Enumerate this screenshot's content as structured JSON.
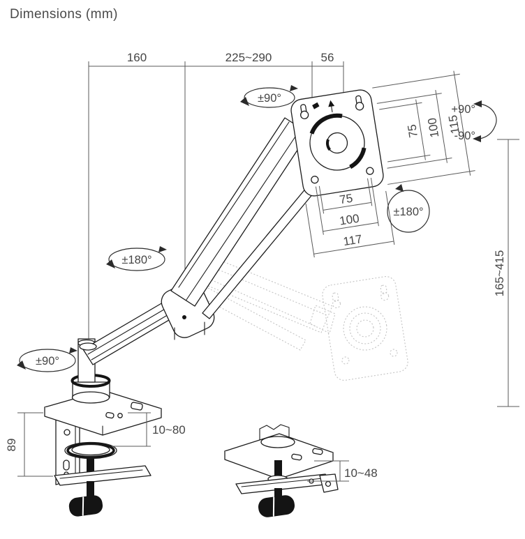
{
  "title": "Dimensions (mm)",
  "colors": {
    "drawing_line": "#1c1c1c",
    "dimension_line": "#5a5a5a",
    "label_text": "#454545",
    "ghost_outline": "#c3c3c3",
    "dark_fill": "#141414",
    "background": "#ffffff"
  },
  "labels": {
    "top": {
      "rear": "160",
      "extension": "225~290",
      "head": "56"
    },
    "vesa": {
      "v75": "75",
      "v100": "100",
      "v115": "115",
      "h75": "75",
      "h100": "100",
      "h117": "117"
    },
    "height_range": "165~415",
    "clamp": {
      "height": "89",
      "desk_range": "10~80"
    },
    "grommet": {
      "desk_range": "10~48"
    },
    "rotation": {
      "head_swivel": "±90°",
      "tilt_up": "+90°",
      "tilt_down": "-90°",
      "plate_spin": "±180°",
      "elbow_swivel": "±180°",
      "base_swivel": "±90°"
    }
  }
}
